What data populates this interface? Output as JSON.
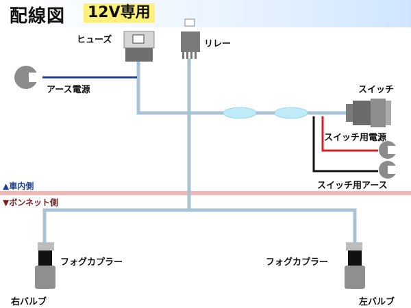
{
  "header": {
    "title": "配線図",
    "badge": "12V専用"
  },
  "labels": {
    "fuse": "ヒューズ",
    "relay": "リレー",
    "earth_power": "アース電源",
    "switch": "スイッチ",
    "switch_power": "スイッチ用電源",
    "switch_earth": "スイッチ用アース",
    "cabin_side": "▲車内側",
    "bonnet_side": "▼ボンネット側",
    "fog_coupler_left": "フォグカプラー",
    "fog_coupler_right": "フォグカプラー",
    "right_bulb": "右バルブ",
    "left_bulb": "左バルブ"
  },
  "colors": {
    "main_wire": "#a8c3d3",
    "ground_wire": "#1d3f9a",
    "power_wire": "#d21f2a",
    "earth_wire": "#111111",
    "divider": "#f2b7b7",
    "cabin_text": "#1b3f93",
    "bonnet_text": "#7a1a1a"
  }
}
